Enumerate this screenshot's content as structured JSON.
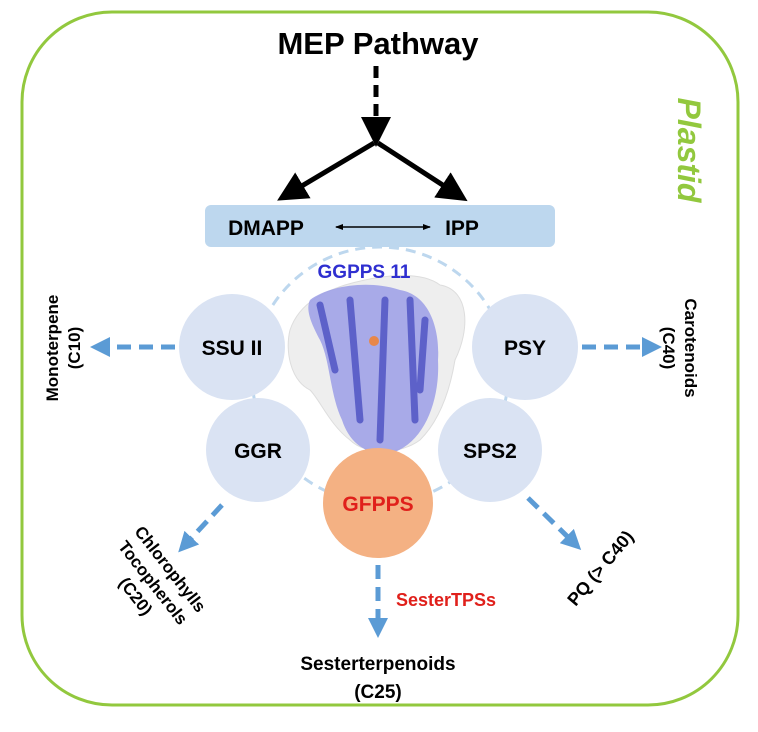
{
  "title": "MEP Pathway",
  "compartment": "Plastid",
  "substrates": {
    "left": "DMAPP",
    "right": "IPP"
  },
  "center_enzyme": "GGPPS 11",
  "partners": {
    "ssu": "SSU II",
    "psy": "PSY",
    "ggr": "GGR",
    "sps2": "SPS2",
    "gfpps": "GFPPS"
  },
  "products": {
    "monoterpene": [
      "Monoterpene",
      "(C10)"
    ],
    "carotenoids": [
      "Carotenoids",
      "(C40)"
    ],
    "chlorophylls": [
      "Chlorophylls",
      "Tocopherols",
      "(C20)"
    ],
    "pq": "PQ (> C40)",
    "sesterterpenoids": [
      "Sesterterpenoids",
      "(C25)"
    ]
  },
  "sestertps": "SesterTPSs",
  "colors": {
    "border": "#92c83e",
    "arrow": "#5b9bd5",
    "box": "#bdd7ee",
    "circle": "#dae3f3",
    "gfpps": "#f4b183",
    "enzyme_text": "#2f2fd0",
    "red": "#e0201b"
  }
}
